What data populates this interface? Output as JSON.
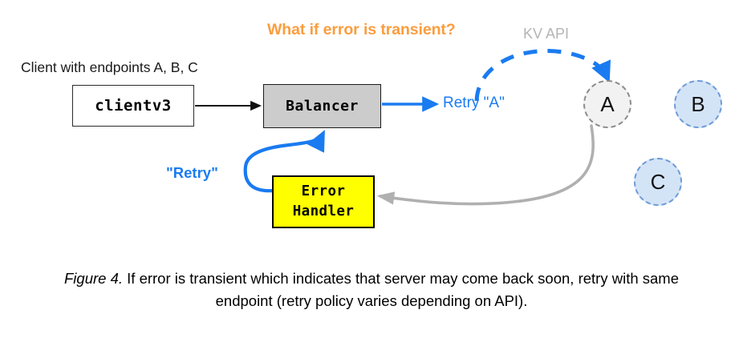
{
  "figure": {
    "question_label": "What if error is transient?",
    "api_label": "KV API",
    "client_endpoints_label": "Client with endpoints A, B, C",
    "retry_action_label": "Retry \"A\"",
    "retry_signal_label": "\"Retry\""
  },
  "boxes": {
    "client": "clientv3",
    "balancer": "Balancer",
    "error_handler_line1": "Error",
    "error_handler_line2": "Handler"
  },
  "endpoints": [
    {
      "id": "a",
      "label": "A",
      "state": "down",
      "fill": "#F2F2F2",
      "stroke": "#8C8C8C"
    },
    {
      "id": "b",
      "label": "B",
      "state": "up",
      "fill": "#D4E4F7",
      "stroke": "#6E9BD6"
    },
    {
      "id": "c",
      "label": "C",
      "state": "up",
      "fill": "#D4E4F7",
      "stroke": "#6E9BD6"
    }
  ],
  "caption": {
    "figure_number": "Figure 4.",
    "text": " If error is transient which indicates that server may come back soon, retry with same endpoint (retry policy varies depending on API)."
  },
  "colors": {
    "accent_blue": "#1A7BF0",
    "accent_orange": "#FB9D3E",
    "muted_gray": "#B4B4B4",
    "connector_gray": "#B0B0B0",
    "error_yellow": "#FFFF00",
    "balancer_gray": "#CCCCCC"
  }
}
